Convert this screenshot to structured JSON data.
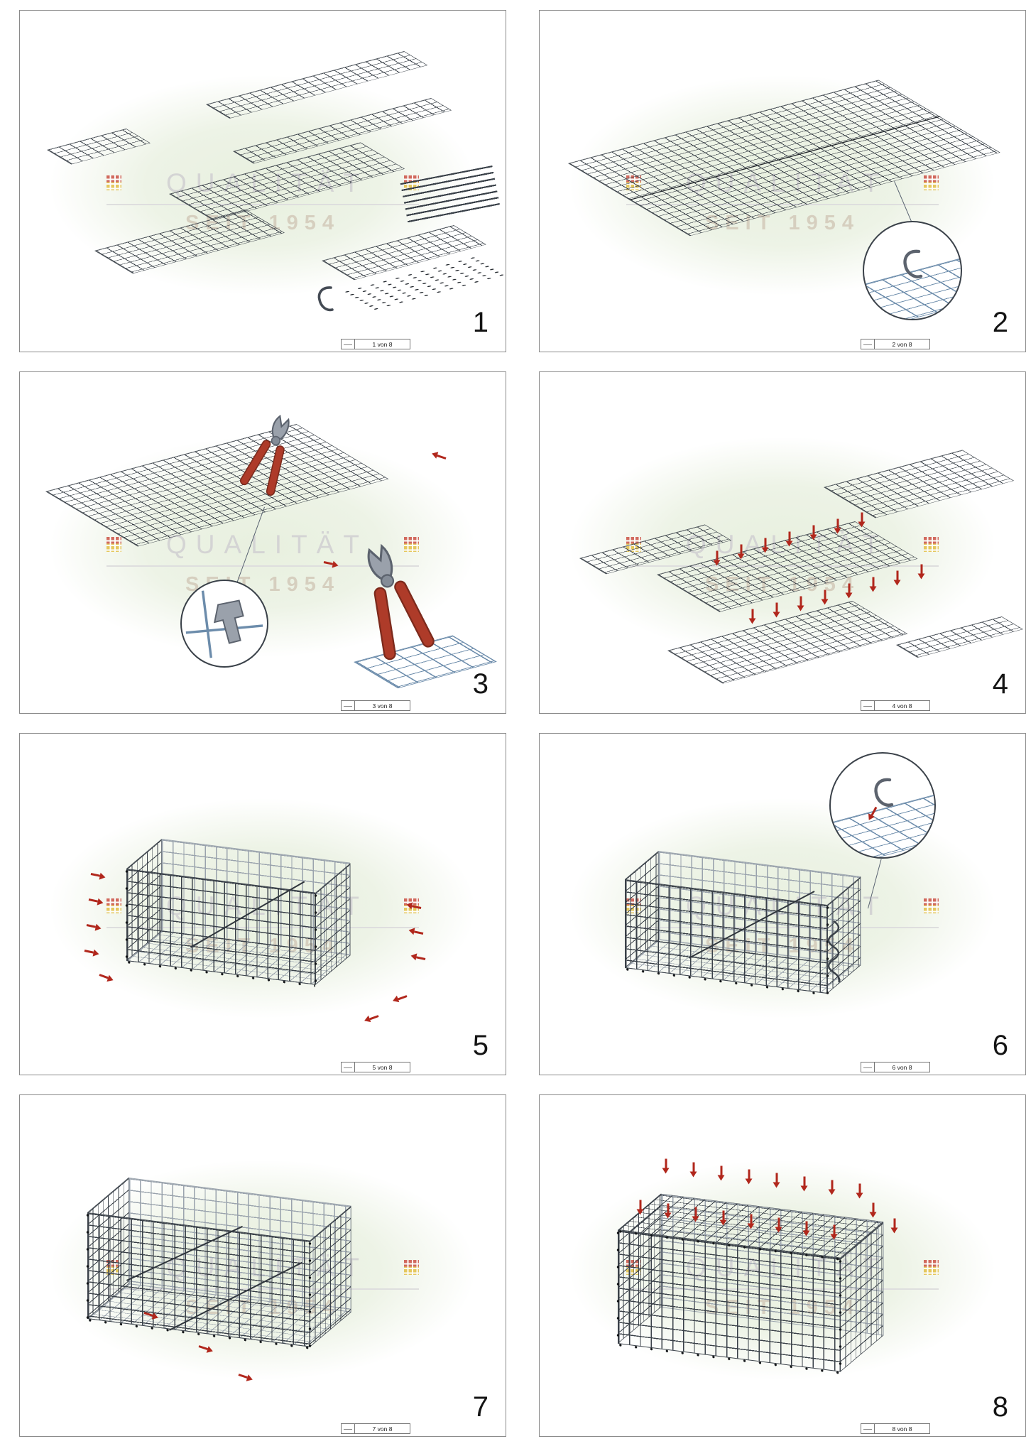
{
  "document": {
    "type": "gabion-assembly-instruction-sheet",
    "watermark": {
      "line1": "QUALITÄT",
      "line2": "SEIT 1954"
    },
    "colors": {
      "mesh": "#3a4149",
      "mesh_light": "#9aa3ad",
      "mesh_detail_blue": "#6c8cab",
      "arrow_red": "#b1271c",
      "watermark_text": "#d4d4d4",
      "watermark_subtext": "#d6cfbf",
      "watermark_ellipse": "#e8f0df",
      "pliers_handle_red": "#ae3b29"
    }
  },
  "steps": [
    {
      "number": "1",
      "footer": "1 von 8",
      "illustration": "parts-overview-mesh-panels-rods-clips-c-hook",
      "icons": [
        "mesh-panel",
        "rod-bundle",
        "clip-fasteners",
        "c-clip-icon"
      ]
    },
    {
      "number": "2",
      "footer": "2 von 8",
      "illustration": "join-two-mesh-panels-with-c-clips",
      "icons": [
        "mesh-panel",
        "magnifier-detail",
        "c-clip-icon"
      ]
    },
    {
      "number": "3",
      "footer": "3 von 8",
      "illustration": "press-c-clips-with-pliers",
      "icons": [
        "mesh-panel",
        "pliers-icon",
        "magnifier-detail",
        "arrow-icon"
      ]
    },
    {
      "number": "4",
      "footer": "4 von 8",
      "illustration": "cross-layout-attach-side-panels",
      "icons": [
        "mesh-panel",
        "arrow-icon"
      ]
    },
    {
      "number": "5",
      "footer": "5 von 8",
      "illustration": "fold-up-walls-into-basket",
      "icons": [
        "mesh-box",
        "arrow-icon",
        "spiral-binding-dots"
      ]
    },
    {
      "number": "6",
      "footer": "6 von 8",
      "illustration": "insert-spiral-and-c-clips-detail",
      "icons": [
        "mesh-box",
        "magnifier-detail",
        "spiral-icon",
        "arrow-icon"
      ]
    },
    {
      "number": "7",
      "footer": "7 von 8",
      "illustration": "install-internal-bracing",
      "icons": [
        "mesh-box",
        "arrow-icon"
      ]
    },
    {
      "number": "8",
      "footer": "8 von 8",
      "illustration": "close-lid-and-press-down",
      "icons": [
        "mesh-box",
        "arrow-icon",
        "spiral-binding-dots"
      ]
    }
  ]
}
